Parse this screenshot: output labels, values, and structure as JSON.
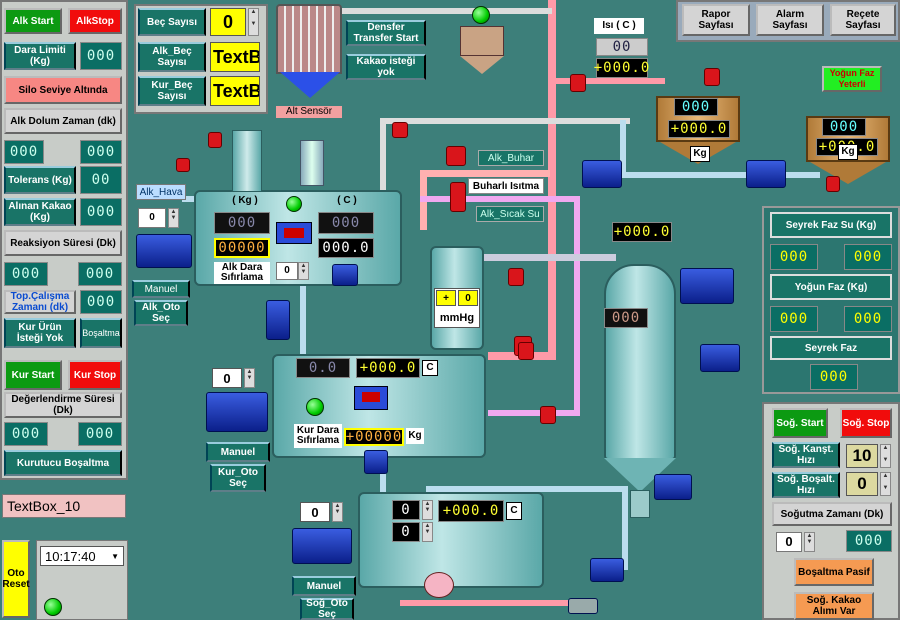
{
  "left": {
    "alk_start": "Alk Start",
    "alk_stop": "AlkStop",
    "dara_limiti": "Dara Limiti (Kg)",
    "dara_limiti_val": "000",
    "silo_seviye": "Silo Seviye Altında",
    "alk_dolum_zamani": "Alk Dolum Zaman (dk)",
    "dolum_val1": "000",
    "dolum_val2": "000",
    "tolerans": "Tolerans (Kg)",
    "tolerans_val": "00",
    "alinan_kakao": "Alınan Kakao (Kg)",
    "alinan_val": "000",
    "reaksiyon": "Reaksiyon Süresi (Dk)",
    "reaksiyon_val1": "000",
    "reaksiyon_val2": "000",
    "top_calisma": "Top.Çalışma Zamanı (dk)",
    "top_calisma_val": "000",
    "kur_urun_istegi": "Kur Ürün İsteği  Yok",
    "bosaltma": "Boşaltma",
    "kur_start": "Kur Start",
    "kur_stop": "Kur Stop",
    "degerlendirme": "Değerlendirme Süresi (Dk)",
    "degerlendirme_val1": "000",
    "degerlendirme_val2": "000",
    "kurutucu_bosaltma": "Kurutucu Boşaltma",
    "textbox10": "TextBox_10",
    "oto_reset": "Oto Reset",
    "clock": "10:17:40"
  },
  "beç": {
    "bec_sayisi": "Beç Sayısı",
    "bec_val": "0",
    "alk_bec": "Alk_Beç Sayısı",
    "alk_bec_val": "TextB",
    "kur_bec": "Kur_Beç Sayısı",
    "kur_bec_val": "TextB"
  },
  "top": {
    "alt_sensor": "Alt Sensör",
    "densfer": "Densfer Transfer Start",
    "kakao_istegi": "Kakao isteği yok",
    "isi": "Isı ( C )",
    "isi_val1": "00",
    "isi_val2": "+000.0",
    "rapor": "Rapor Sayfası",
    "alarm": "Alarm Sayfası",
    "recete": "Reçete Sayfası",
    "yogun_faz_yeterli": "Yoğun Faz Yeterli",
    "tank1_val1": "000",
    "tank1_val2": "+000.0",
    "tank1_kg": "Kg",
    "tank2_val1": "000",
    "tank2_val2": "+000.0",
    "tank2_kg": "Kg"
  },
  "alk": {
    "alk_hava": "Alk_Hava",
    "hava_val": "0",
    "kg_label": "( Kg )",
    "c_label": "( C )",
    "kg_val": "000",
    "c_val": "000",
    "kg_val2": "00000",
    "c_val2": "000.0",
    "dara_sifirlama": "Alk Dara Sıfırlama",
    "dara_val": "0",
    "manuel": "Manuel",
    "alk_oto_sec": "Alk_Oto Seç",
    "alk_buhar": "Alk_Buhar",
    "buharli_isitma": "Buharlı Isıtma",
    "alk_sicak_su": "Alk_Sıcak Su"
  },
  "vessel": {
    "plus": "+",
    "zero": "0",
    "mmhg": "mmHg",
    "press_val": "+000.0",
    "column_val": "000"
  },
  "kur": {
    "val_left": "0",
    "t1": "0.0",
    "t2": "+000.0",
    "c": "C",
    "dara_sifirlama": "Kur Dara Sıfırlama",
    "dara_val": "+00000",
    "kg": "Kg",
    "manuel": "Manuel",
    "kur_oto_sec": "Kur_Oto Seç"
  },
  "sog": {
    "val_left": "0",
    "v1": "0",
    "v2": "0",
    "t": "+000.0",
    "c": "C",
    "manuel": "Manuel",
    "sog_oto_sec": "Soğ_Oto Seç"
  },
  "right": {
    "seyrek_faz_su": "Seyrek Faz Su (Kg)",
    "sfs_val1": "000",
    "sfs_val2": "000",
    "yogun_faz": "Yoğun Faz (Kg)",
    "yf_val1": "000",
    "yf_val2": "000",
    "seyrek_faz": "Seyrek Faz",
    "sf_val": "000",
    "sog_start": "Soğ. Start",
    "sog_stop": "Soğ. Stop",
    "sog_kanst": "Soğ. Kanşt. Hızı",
    "sog_kanst_val": "10",
    "sog_bosalt": "Soğ. Boşalt. Hızı",
    "sog_bosalt_val": "0",
    "sogutma_zamani": "Soğutma Zamanı (Dk)",
    "sz_val1": "0",
    "sz_val2": "000",
    "bosaltma_pasif": "Boşaltma Pasif",
    "kakao_alimi": "Soğ. Kakao Alımı Var"
  }
}
